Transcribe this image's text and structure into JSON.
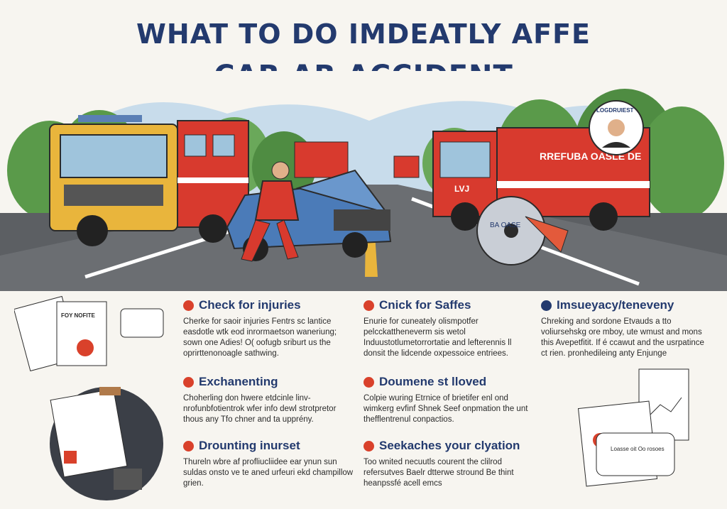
{
  "title": {
    "line1": "WHAT TO DO IMDEATLY AFFE",
    "line2": "CAR AR ACCIDENT"
  },
  "scene": {
    "truck_label": "RREFUBA OASLE DE",
    "badge_label": "LOGDRUIEST",
    "cab_code": "LVJ",
    "gauge_label": "BA OASE"
  },
  "sections": [
    {
      "title": "Check for injuries",
      "body": "Cherke for saoir injuries Fentrs sc lantice easdotle wtk eod inrormaetson waneriung; sown one Adies! O( oofugb sriburt us the oprirttenonoagle sathwing.",
      "bullet": "red"
    },
    {
      "title": "Exchanenting",
      "body": "Choherling don hwere etdcinle linv-nrofunbfotientrok wfer info dewl strotpretor thous any Tfo chner and ta upprény.",
      "bullet": "red"
    },
    {
      "title": "Drounting inurset",
      "body": "Thureln wbre af profliucliidee ear ynun sun suldas onsto ve te aned urfeuri ekd champillow grien.",
      "bullet": "red"
    },
    {
      "title": "Cnick for Saffes",
      "body": "Enurie for cuneately olismpotfer pelcckattheneverm sis wetol Induustotlumetorrortatie and lefterennis ll donsit the lidcende oxpessoice entriees.",
      "bullet": "red"
    },
    {
      "title": "Doumene st lloved",
      "body": "Colpie wuring Etrnice of brietifer enl ond wimkerg evfinf Shnek Seef onpmation the unt thefflentrenul conpactios.",
      "bullet": "red"
    },
    {
      "title": "Seekaches your clyation",
      "body": "Too wnited necuutls courent the clilrod refersutves Baelr dtterwe stround Be thint heanpssfé acell emcs",
      "bullet": "red"
    },
    {
      "title": "Imsueyacy/teneveny",
      "body": "Chreking and sordone Etvauds a tto voliursehskg ore mboy, ute wmust and mons this Avepetfitit. If é ccawut and the usrpatince ct rien. pronhedileing anty Enjunge",
      "bullet": "navy"
    }
  ],
  "doodles": {
    "doc_heading": "FOY NOFITE",
    "note_lines": "Loasse oit Oo rosoes"
  },
  "colors": {
    "title": "#233a6e",
    "accent_red": "#d9412b",
    "truck_red": "#d83a2e",
    "truck_yellow": "#e9b53c"
  }
}
